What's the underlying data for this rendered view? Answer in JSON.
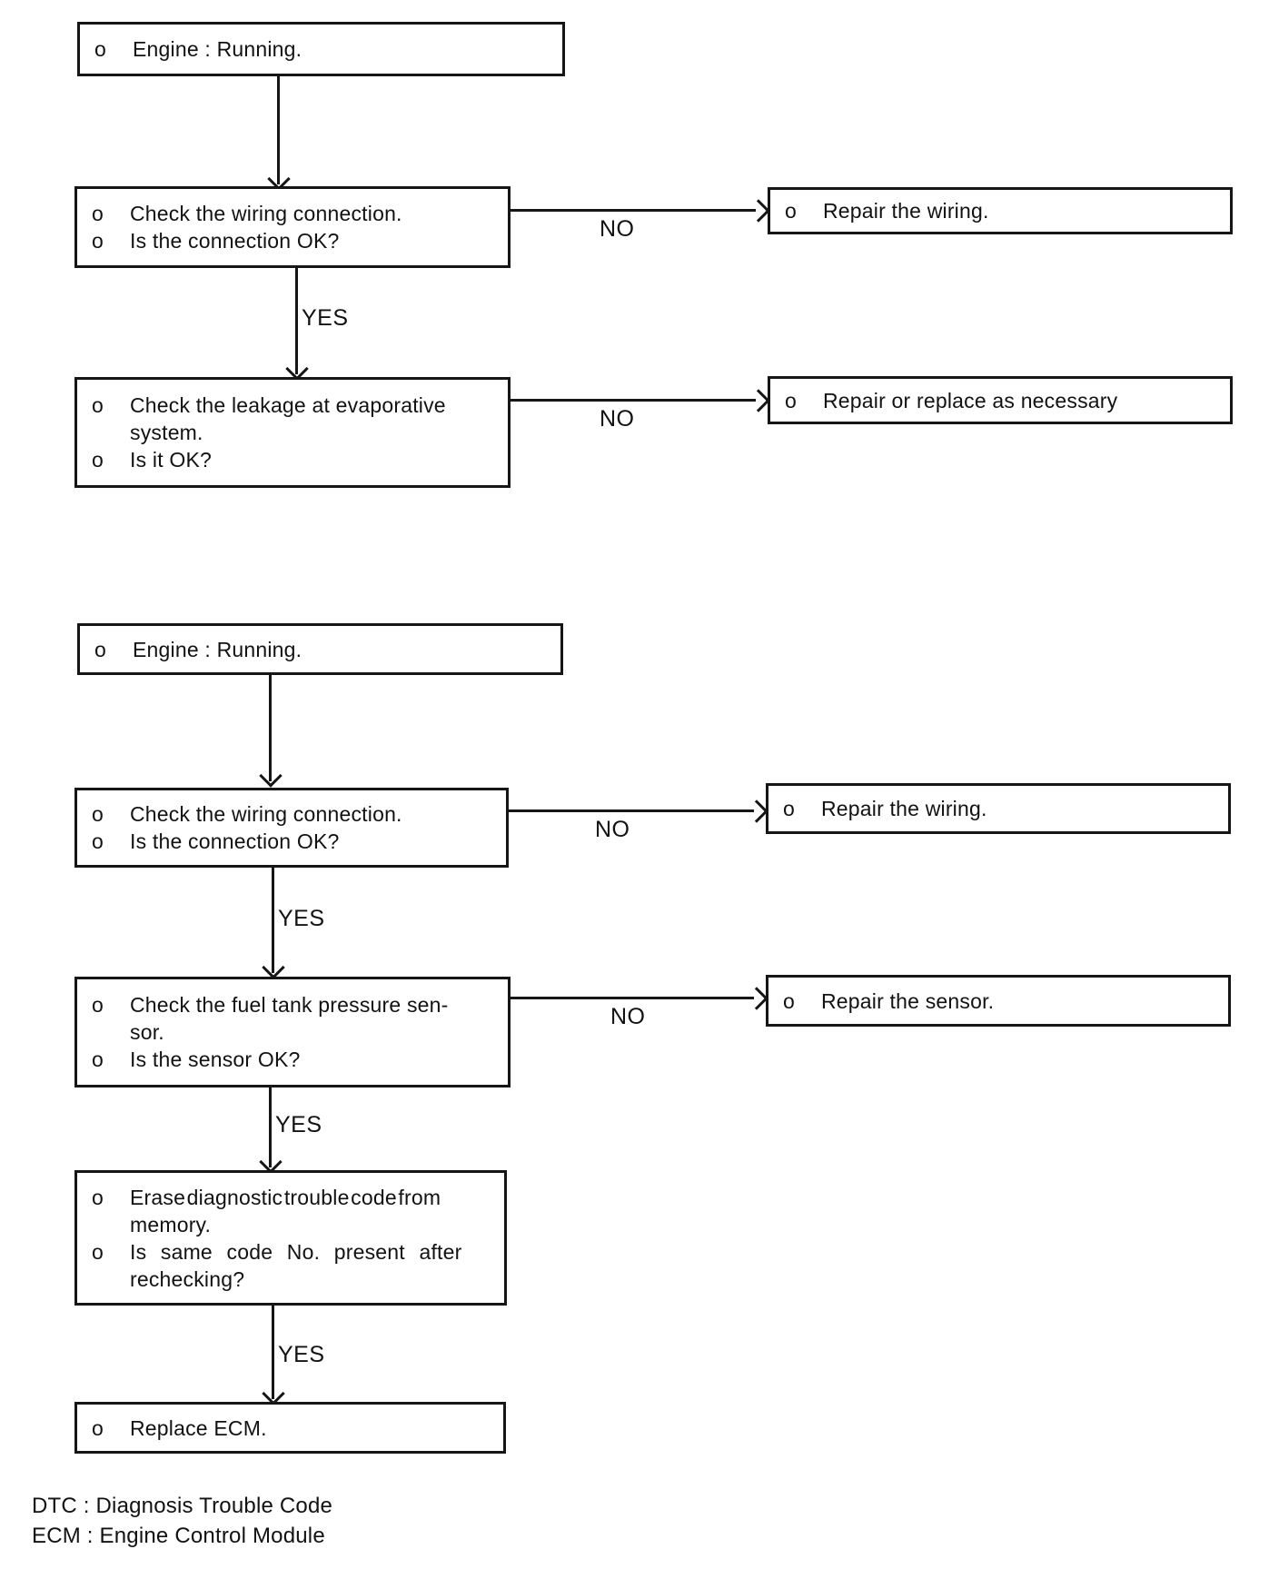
{
  "labels": {
    "yes": "YES",
    "no": "NO",
    "bullet": "o"
  },
  "flow1": {
    "engine": {
      "bullets": [
        {
          "lines": [
            "Engine : Running."
          ]
        }
      ]
    },
    "check_wiring": {
      "bullets": [
        {
          "lines": [
            "Check the wiring connection."
          ]
        },
        {
          "lines": [
            "Is the connection OK?"
          ]
        }
      ]
    },
    "repair_wiring": {
      "bullets": [
        {
          "lines": [
            "Repair the wiring."
          ]
        }
      ]
    },
    "check_leakage": {
      "bullets": [
        {
          "lines": [
            "Check the leakage at evaporative",
            "system."
          ]
        },
        {
          "lines": [
            "Is it OK?"
          ]
        }
      ]
    },
    "repair_replace": {
      "bullets": [
        {
          "lines": [
            "Repair or replace as necessary"
          ]
        }
      ]
    }
  },
  "flow2": {
    "engine": {
      "bullets": [
        {
          "lines": [
            "Engine : Running."
          ]
        }
      ]
    },
    "check_wiring": {
      "bullets": [
        {
          "lines": [
            "Check the wiring connection."
          ]
        },
        {
          "lines": [
            "Is the connection OK?"
          ]
        }
      ]
    },
    "repair_wiring": {
      "bullets": [
        {
          "lines": [
            "Repair the wiring."
          ]
        }
      ]
    },
    "check_sensor": {
      "bullets": [
        {
          "lines": [
            "Check the fuel tank pressure sen-",
            "sor."
          ]
        },
        {
          "lines": [
            "Is the sensor OK?"
          ]
        }
      ]
    },
    "repair_sensor": {
      "bullets": [
        {
          "lines": [
            "Repair the sensor."
          ]
        }
      ]
    },
    "erase_dtc": {
      "bullets": [
        {
          "lines": [
            "Erase diagnostic trouble code from",
            "memory."
          ]
        },
        {
          "lines": [
            "Is same code No. present after",
            "rechecking?"
          ]
        }
      ]
    },
    "replace_ecm": {
      "bullets": [
        {
          "lines": [
            "Replace ECM."
          ]
        }
      ]
    }
  },
  "legend": {
    "lines": [
      "DTC : Diagnosis Trouble Code",
      "ECM : Engine Control Module"
    ]
  }
}
